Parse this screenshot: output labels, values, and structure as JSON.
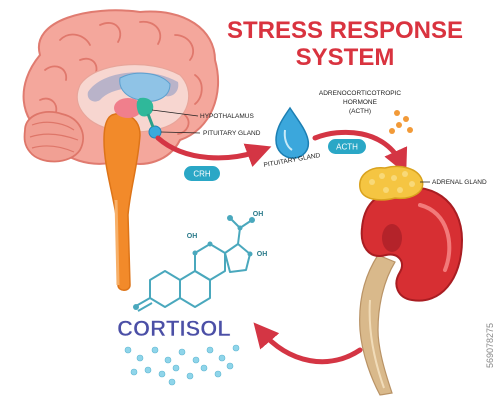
{
  "title": {
    "line1": "STRESS RESPONSE",
    "line2": "SYSTEM",
    "color": "#d9333f"
  },
  "labels": {
    "hypothalamus": "HYPOTHALAMUS",
    "pituitary_gland": "PITUITARY GLAND",
    "pituitary_gland_drop": "PITUITARY GLAND",
    "acth_full_1": "ADRENOCORTICOTROPIC",
    "acth_full_2": "HORMONE",
    "acth_full_3": "(ACTH)",
    "adrenal_gland": "ADRENAL GLAND",
    "crh": "CRH",
    "acth": "ACTH",
    "cortisol": "CORTISOL"
  },
  "molecule": {
    "oh_left": "OH",
    "oh_right": "OH",
    "oh_top": "OH"
  },
  "stock_id": "569078275",
  "colors": {
    "arrow": "#d43544",
    "pill": "#2aa7c6",
    "brain": "#f4a79c",
    "kidney": "#d72f33",
    "adrenal": "#f5c542",
    "molecule": "#4aa8bd",
    "cortisol_text": "#4b4fa6"
  }
}
